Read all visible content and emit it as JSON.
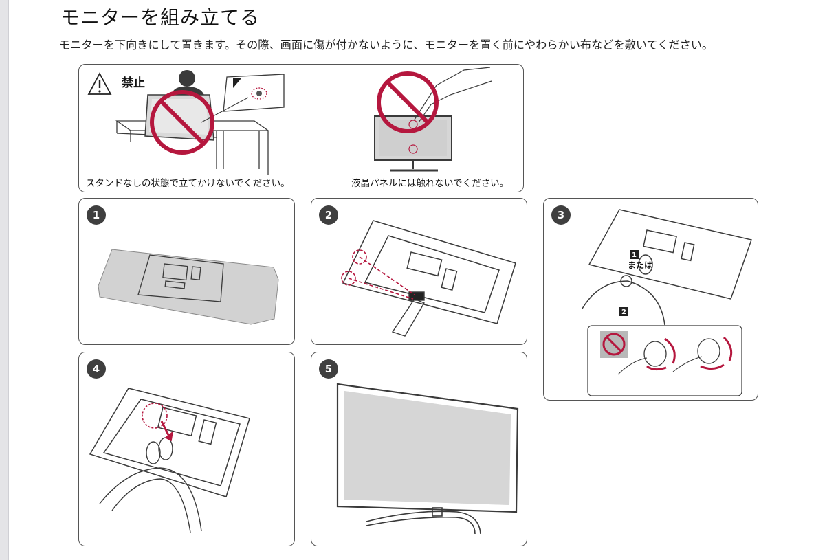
{
  "page": {
    "title": "モニターを組み立てる",
    "intro": "モニターを下向きにして置きます。その際、画面に傷が付かないように、モニターを置く前にやわらかい布などを敷いてください。"
  },
  "warning": {
    "label": "禁止",
    "caption_left": "スタンドなしの状態で立てかけないでください。",
    "caption_right": "液晶パネルには触れないでください。",
    "prohibition_color": "#b5173e"
  },
  "steps": [
    {
      "number": "1"
    },
    {
      "number": "2"
    },
    {
      "number": "3",
      "sub_markers": [
        "1",
        "2"
      ],
      "alt_text": "または"
    },
    {
      "number": "4"
    },
    {
      "number": "5"
    }
  ],
  "colors": {
    "accent": "#b5173e",
    "line": "#3a3a3a",
    "badge": "#3f3f3f"
  }
}
